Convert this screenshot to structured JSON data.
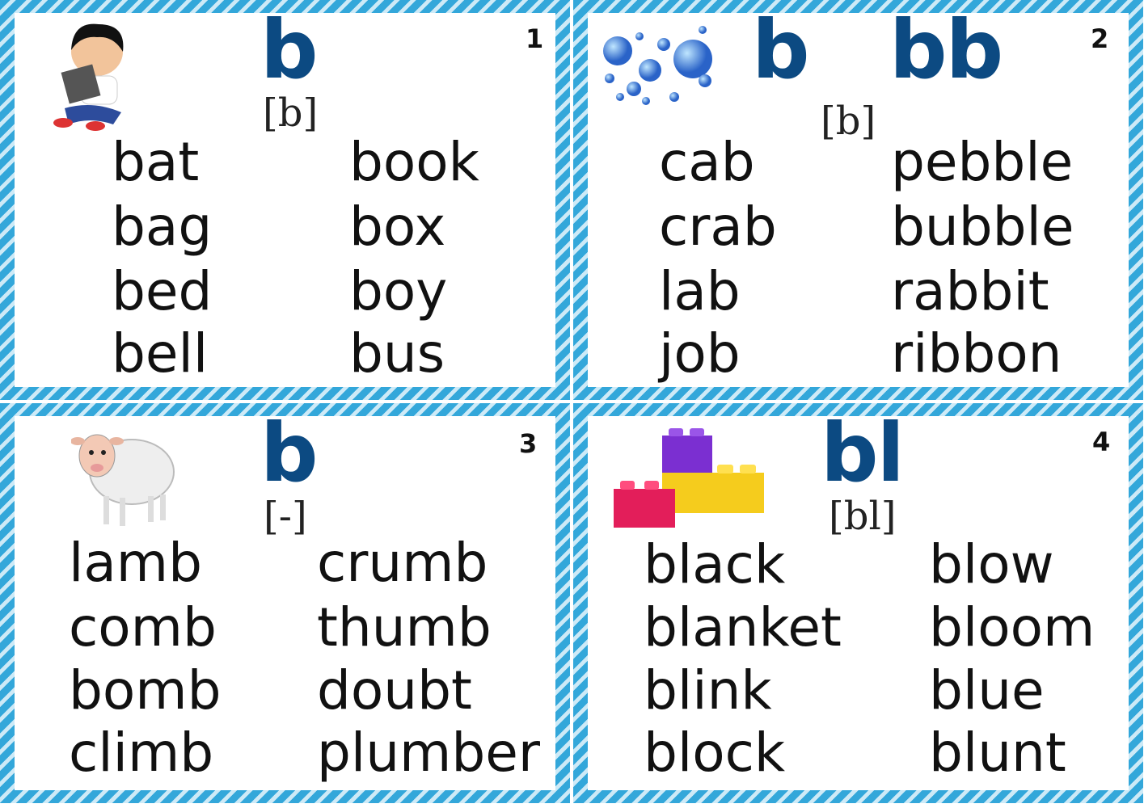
{
  "cards": [
    {
      "number": "1",
      "letters": "b",
      "ipa": "[b]",
      "icon": "boy-with-laptop",
      "left": [
        "bat",
        "bag",
        "bed",
        "bell"
      ],
      "right": [
        "book",
        "box",
        "boy",
        "bus"
      ]
    },
    {
      "number": "2",
      "letters": "b",
      "letters2": "bb",
      "ipa": "[b]",
      "icon": "bubbles",
      "left": [
        "cab",
        "crab",
        "lab",
        "job"
      ],
      "right": [
        "pebble",
        "bubble",
        "rabbit",
        "ribbon"
      ]
    },
    {
      "number": "3",
      "letters": "b",
      "ipa": "[-]",
      "icon": "sheep",
      "left": [
        "lamb",
        "comb",
        "bomb",
        "climb"
      ],
      "right": [
        "crumb",
        "thumb",
        "doubt",
        "plumber"
      ]
    },
    {
      "number": "4",
      "letters": "bl",
      "ipa": "[bl]",
      "icon": "blocks",
      "left": [
        "black",
        "blanket",
        "blink",
        "block"
      ],
      "right": [
        "blow",
        "bloom",
        "blue",
        "blunt"
      ]
    }
  ],
  "colors": {
    "stripe": "#33a7da",
    "letters": "#0c4a82"
  }
}
